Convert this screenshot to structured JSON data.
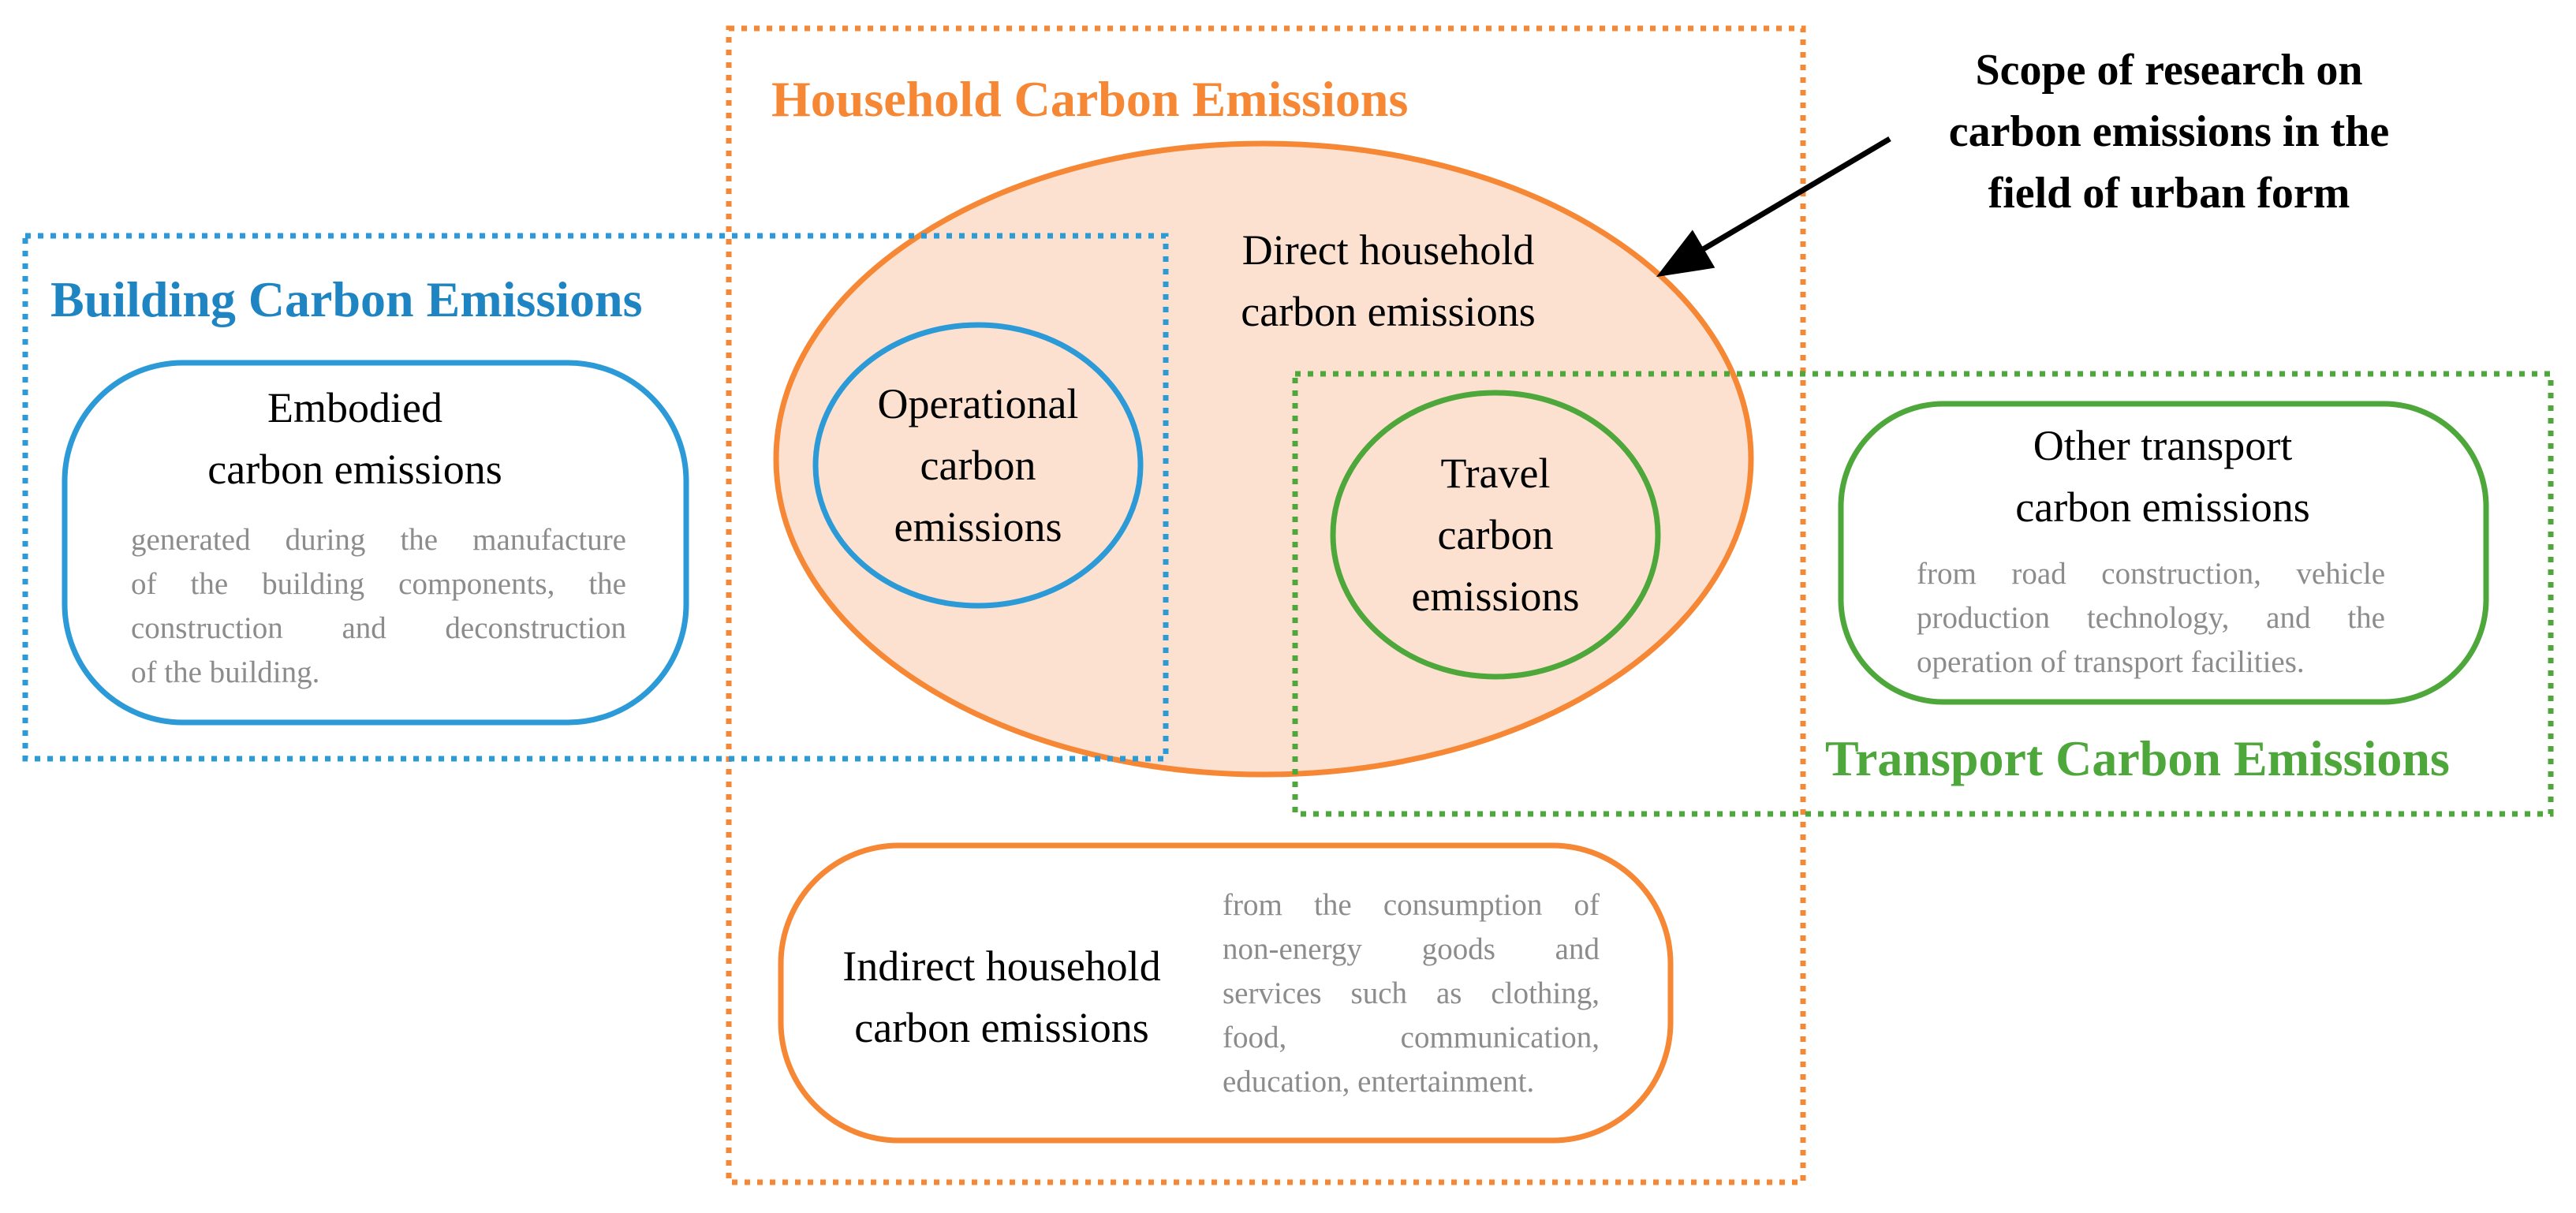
{
  "colors": {
    "household": "#f58735",
    "household_fill": "#fde1d0",
    "building": "#2b9ad6",
    "transport": "#4ea73a",
    "description_text": "#8c8c8c",
    "text": "#000000"
  },
  "household": {
    "title": "Household Carbon Emissions",
    "direct": {
      "lines": [
        "Direct household",
        "carbon emissions"
      ]
    },
    "indirect": {
      "lines": [
        "Indirect household",
        "carbon emissions"
      ],
      "description": [
        "from the consumption of",
        "non-energy goods and",
        "services such as clothing,",
        "food, communication,",
        "education, entertainment."
      ]
    }
  },
  "building": {
    "title": "Building Carbon Emissions",
    "embodied": {
      "lines": [
        "Embodied",
        "carbon emissions"
      ],
      "description": [
        "generated during the manufacture",
        "of the building components, the",
        "construction and deconstruction",
        "of the building."
      ]
    },
    "operational": {
      "lines": [
        "Operational",
        "carbon",
        "emissions"
      ]
    }
  },
  "transport": {
    "title": "Transport Carbon Emissions",
    "travel": {
      "lines": [
        "Travel",
        "carbon",
        "emissions"
      ]
    },
    "other": {
      "lines": [
        "Other transport",
        "carbon emissions"
      ],
      "description": [
        "from road construction, vehicle",
        "production technology, and the",
        "operation of transport facilities."
      ]
    }
  },
  "callout": {
    "lines": [
      "Scope of research on",
      "carbon emissions in the",
      "field of urban form"
    ]
  }
}
